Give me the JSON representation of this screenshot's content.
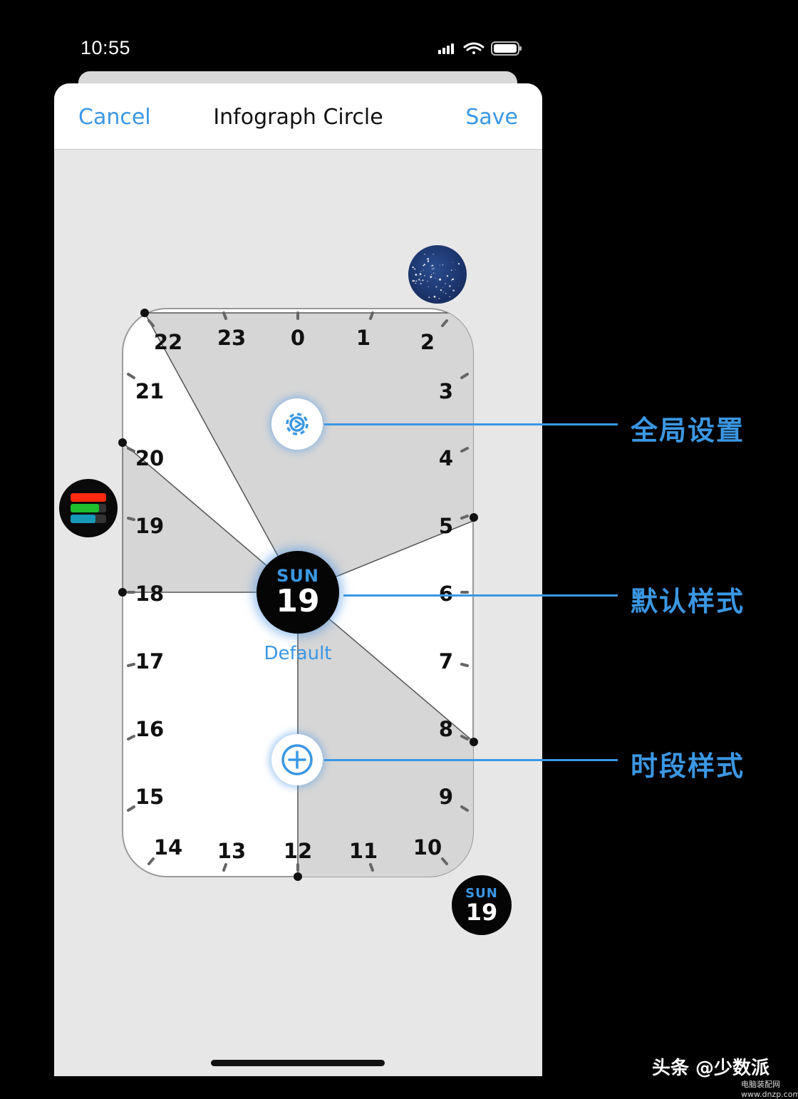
{
  "status_bar": {
    "time": "10:55",
    "icons": [
      "location-arrow-icon",
      "cellular-signal-icon",
      "wifi-icon",
      "battery-icon"
    ]
  },
  "navbar": {
    "cancel_label": "Cancel",
    "title": "Infograph Circle",
    "save_label": "Save"
  },
  "face": {
    "hour_labels": [
      "0",
      "1",
      "2",
      "3",
      "4",
      "5",
      "6",
      "7",
      "8",
      "9",
      "10",
      "11",
      "12",
      "13",
      "14",
      "15",
      "16",
      "17",
      "18",
      "19",
      "20",
      "21",
      "22",
      "23"
    ],
    "center_day": "SUN",
    "center_date": "19",
    "center_caption": "Default",
    "corner_day": "SUN",
    "corner_date": "19",
    "complication_bar_colors": [
      "#ff2a10",
      "#1dbf2c",
      "#1799b8"
    ],
    "complication_bar_levels": [
      1.0,
      0.8,
      0.7
    ],
    "segment_color": "#d6d6d6",
    "face_color": "#ffffff"
  },
  "annotations": {
    "global_settings": "全局设置",
    "default_style": "默认样式",
    "period_style": "时段样式"
  },
  "watermark": {
    "text": "头条 @少数派",
    "site": "电脑装配网 www.dnzp.com"
  },
  "accent_color": "#3b97e3"
}
